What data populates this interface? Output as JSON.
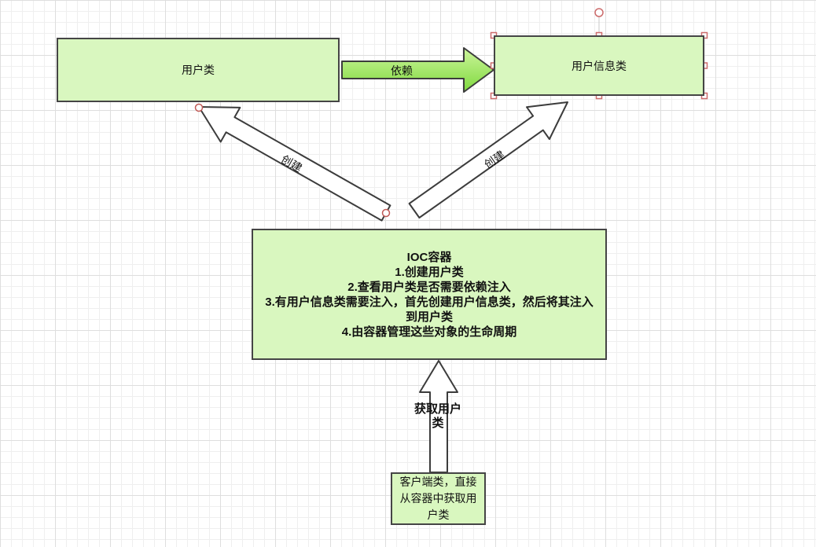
{
  "diagram": {
    "nodes": {
      "user_class": {
        "label": "用户类"
      },
      "user_info_class": {
        "label": "用户信息类"
      },
      "ioc_container": {
        "title": "IOC容器",
        "lines": [
          "1.创建用户类",
          "2.查看用户类是否需要依赖注入",
          "3.有用户信息类需要注入，首先创建用户信息类，然后将其注入到用户类",
          "4.由容器管理这些对象的生命周期"
        ]
      },
      "client_class": {
        "label": "客户端类，直接从容器中获取用户类"
      }
    },
    "edges": {
      "depends": {
        "label": "依赖"
      },
      "create_left": {
        "label": "创建"
      },
      "create_right": {
        "label": "创建"
      },
      "get_user": {
        "label": "获取用户类"
      }
    },
    "colors": {
      "node_fill": "#d9f7bf",
      "node_border": "#454545",
      "depends_arrow_top": "#cdf59c",
      "depends_arrow_bottom": "#7fd93e",
      "outline_arrow_fill": "#ffffff",
      "selection_handle_border": "#cc6b6b",
      "endpoint_handle_border": "#c05a56"
    }
  }
}
